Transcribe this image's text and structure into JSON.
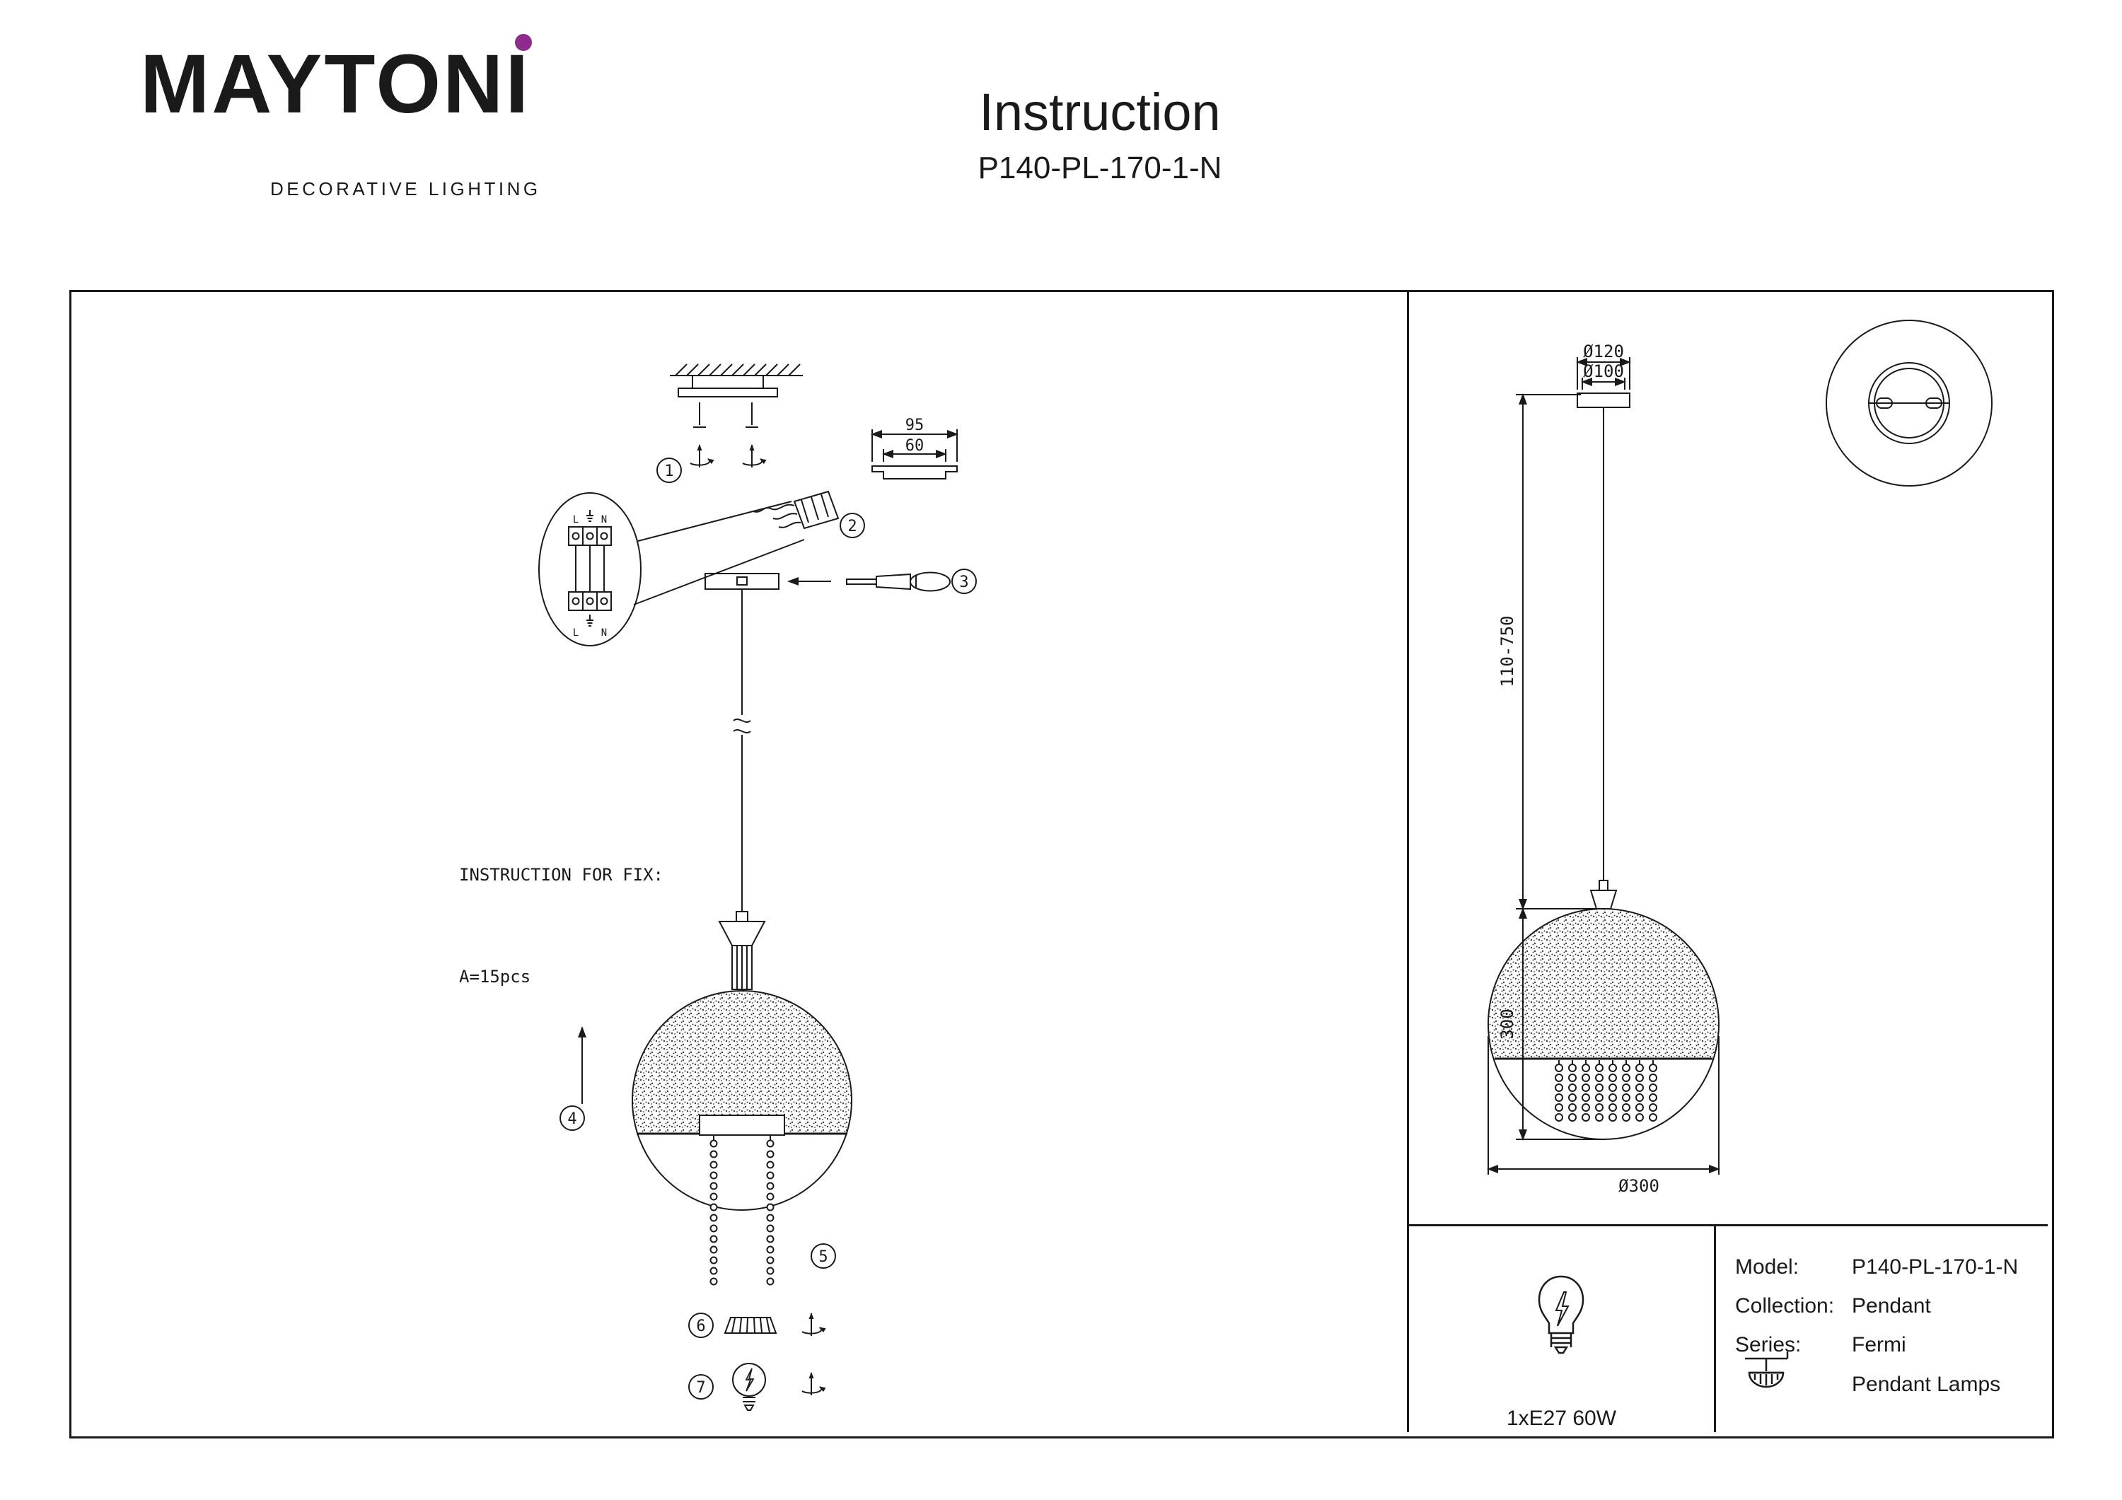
{
  "brand": {
    "name": "MAYTONI",
    "tagline": "DECORATIVE LIGHTING"
  },
  "doc": {
    "title": "Instruction",
    "model": "P140-PL-170-1-N"
  },
  "assembly": {
    "steps": [
      "1",
      "2",
      "3",
      "4",
      "5",
      "6",
      "7"
    ],
    "fix_note_line1": "INSTRUCTION FOR FIX:",
    "fix_note_line2": "A=15pcs",
    "canopy_width": "95",
    "canopy_inner_width": "60",
    "terminal_live": "L",
    "terminal_neutral": "N"
  },
  "dimensions": {
    "canopy_outer": "Ø120",
    "canopy_inner": "Ø100",
    "suspension_height": "110-750",
    "shade_height": "300",
    "shade_diameter": "Ø300"
  },
  "specs": {
    "lamp": "1xE27 60W",
    "rows": [
      {
        "label": "Model:",
        "value": "P140-PL-170-1-N"
      },
      {
        "label": "Collection:",
        "value": "Pendant"
      },
      {
        "label": "Series:",
        "value": "Fermi"
      }
    ],
    "series_type": "Pendant Lamps"
  }
}
